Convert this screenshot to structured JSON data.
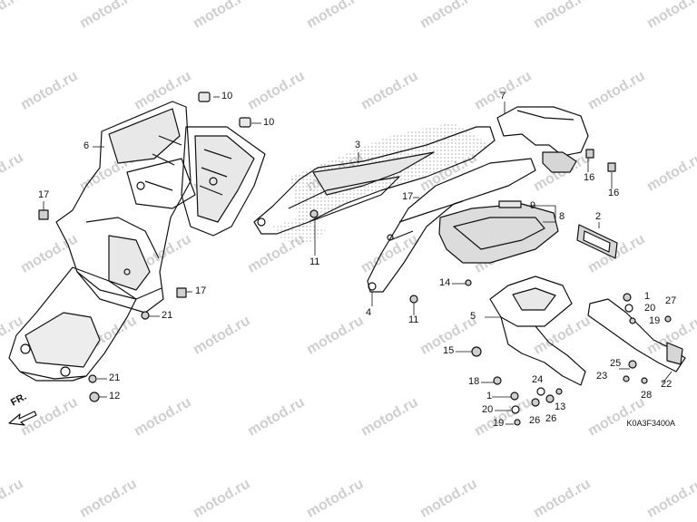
{
  "watermark": "motod.ru",
  "diagram_code": "K0A3F3400A",
  "direction_label": "FR.",
  "callouts": [
    "10",
    "10",
    "6",
    "17",
    "17",
    "21",
    "21",
    "12",
    "3",
    "17",
    "11",
    "4",
    "11",
    "7",
    "16",
    "16",
    "9",
    "8",
    "2",
    "14",
    "1",
    "20",
    "19",
    "27",
    "5",
    "15",
    "18",
    "1",
    "20",
    "19",
    "24",
    "13",
    "26",
    "26",
    "25",
    "23",
    "28",
    "22"
  ],
  "colors": {
    "line": "#111111",
    "shade": "#bdbdbd",
    "dots": "#9a9a9a",
    "watermark": "#cfcfcf"
  }
}
